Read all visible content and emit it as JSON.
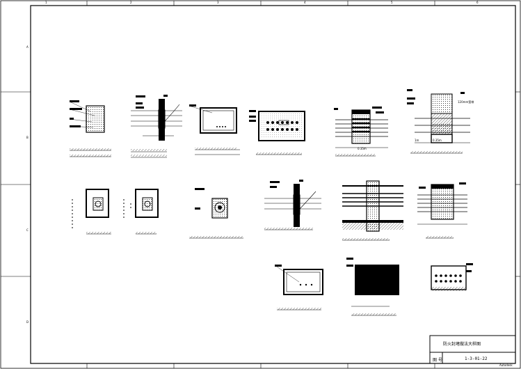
{
  "drawing": {
    "title_block": {
      "title": "防火封堵做法大样图",
      "sheet_label": "图 号",
      "sheet_number": "1-3-01-22"
    },
    "corner_mark": "Autodesk",
    "column_labels": [
      "1",
      "2",
      "3",
      "4",
      "5",
      "6"
    ],
    "row_labels": [
      "A",
      "B",
      "C",
      "D"
    ],
    "scale_text_a": "0.35m",
    "scale_text_b": "0.35m",
    "scale_text_c": "120mm宽带",
    "label_a": "1m"
  }
}
